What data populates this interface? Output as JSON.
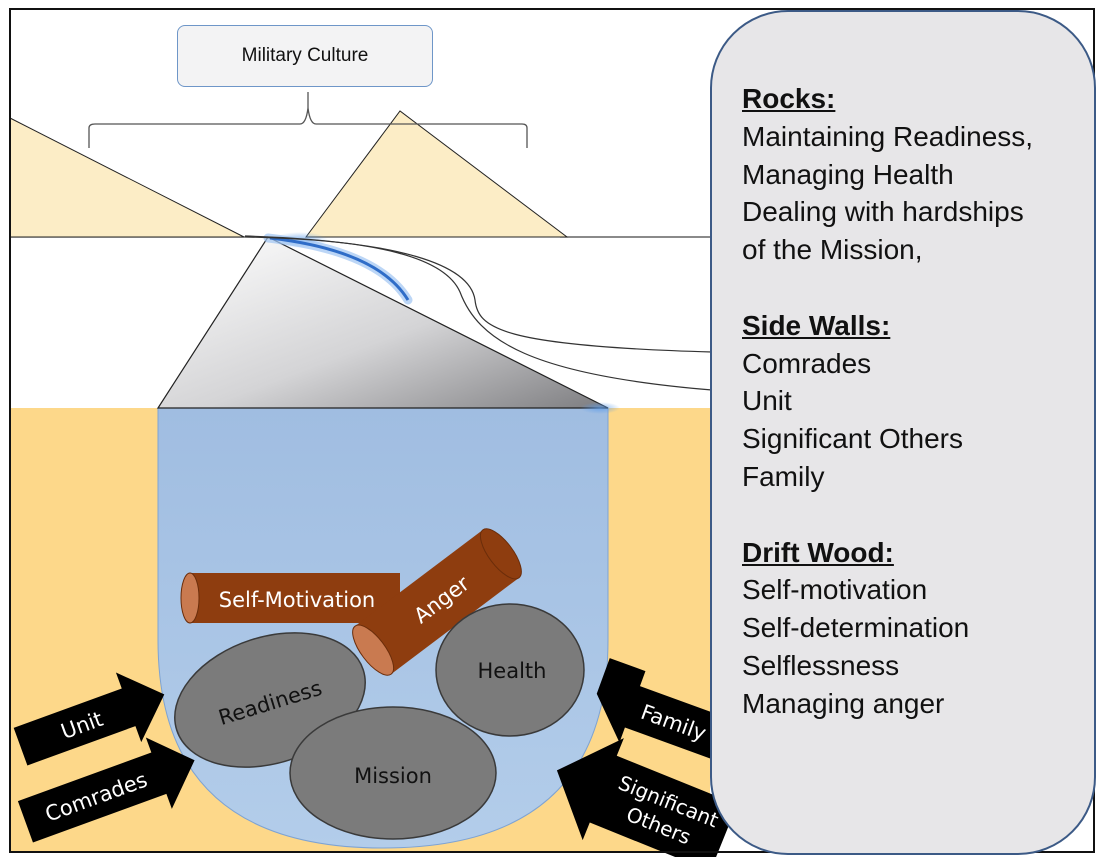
{
  "diagram": {
    "title": "Military Culture",
    "logs": [
      {
        "label": "Self-Motivation"
      },
      {
        "label": "Anger"
      }
    ],
    "rocks": [
      {
        "label": "Readiness"
      },
      {
        "label": "Health"
      },
      {
        "label": "Mission"
      }
    ],
    "arrows": [
      {
        "label": "Unit"
      },
      {
        "label": "Comrades"
      },
      {
        "label": "Family"
      },
      {
        "label_line1": "Significant",
        "label_line2": "Others"
      }
    ]
  },
  "legend": {
    "sections": [
      {
        "heading": "Rocks:",
        "items": [
          "Maintaining Readiness,",
          "Managing Health",
          "Dealing with hardships",
          "of the Mission,"
        ]
      },
      {
        "heading": "Side Walls:",
        "items": [
          "Comrades",
          "Unit",
          "Significant Others",
          "Family"
        ]
      },
      {
        "heading": "Drift Wood:",
        "items": [
          "Self-motivation",
          "Self-determination",
          "Selflessness",
          "Managing anger"
        ]
      }
    ]
  },
  "colors": {
    "sand": "#fdd88a",
    "water": "#a4c1e3",
    "triangle_fill": "#fcedc6",
    "rock": "#7b7b7b",
    "log": "#8e3d0f",
    "log_end": "#c97a50",
    "arrow": "#000000",
    "panel": "#e7e6e8"
  }
}
